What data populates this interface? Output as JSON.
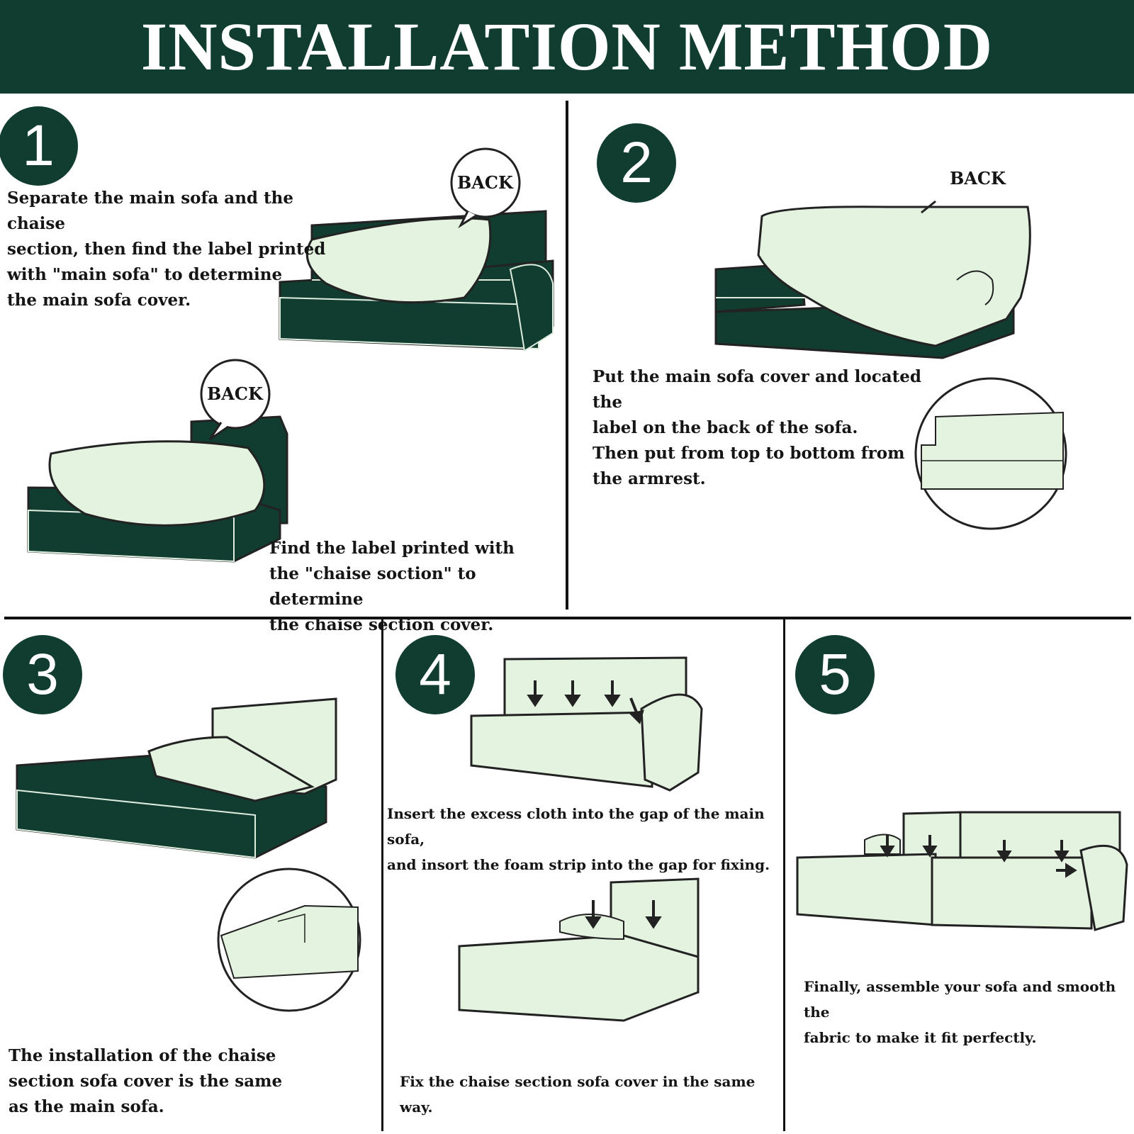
{
  "header": {
    "title": "INSTALLATION METHOD"
  },
  "colors": {
    "dark_green": "#113d30",
    "light_green": "#e3f3df",
    "outline": "#222222"
  },
  "labels": {
    "back": "BACK"
  },
  "steps": [
    {
      "number": "1",
      "text_a": "Separate the main sofa and the chaise\nsection, then find the label printed\nwith \"main sofa\" to determine\nthe main sofa cover.",
      "text_b": "Find the label printed with\nthe \"chaise soction\" to determine\nthe chaise section cover."
    },
    {
      "number": "2",
      "text": "Put the main sofa cover and located the\nlabel on the back of the sofa.\nThen put from top to bottom from\nthe armrest."
    },
    {
      "number": "3",
      "text": "The installation of the chaise\nsection sofa cover is the same\nas the main sofa."
    },
    {
      "number": "4",
      "text_a": "Insert the excess cloth into the gap of the main sofa,\nand insort the foam strip into the gap for fixing.",
      "text_b": "Fix the chaise section sofa cover in the same way."
    },
    {
      "number": "5",
      "text": "Finally, assemble your sofa and smooth the\nfabric to make it fit perfectly."
    }
  ]
}
